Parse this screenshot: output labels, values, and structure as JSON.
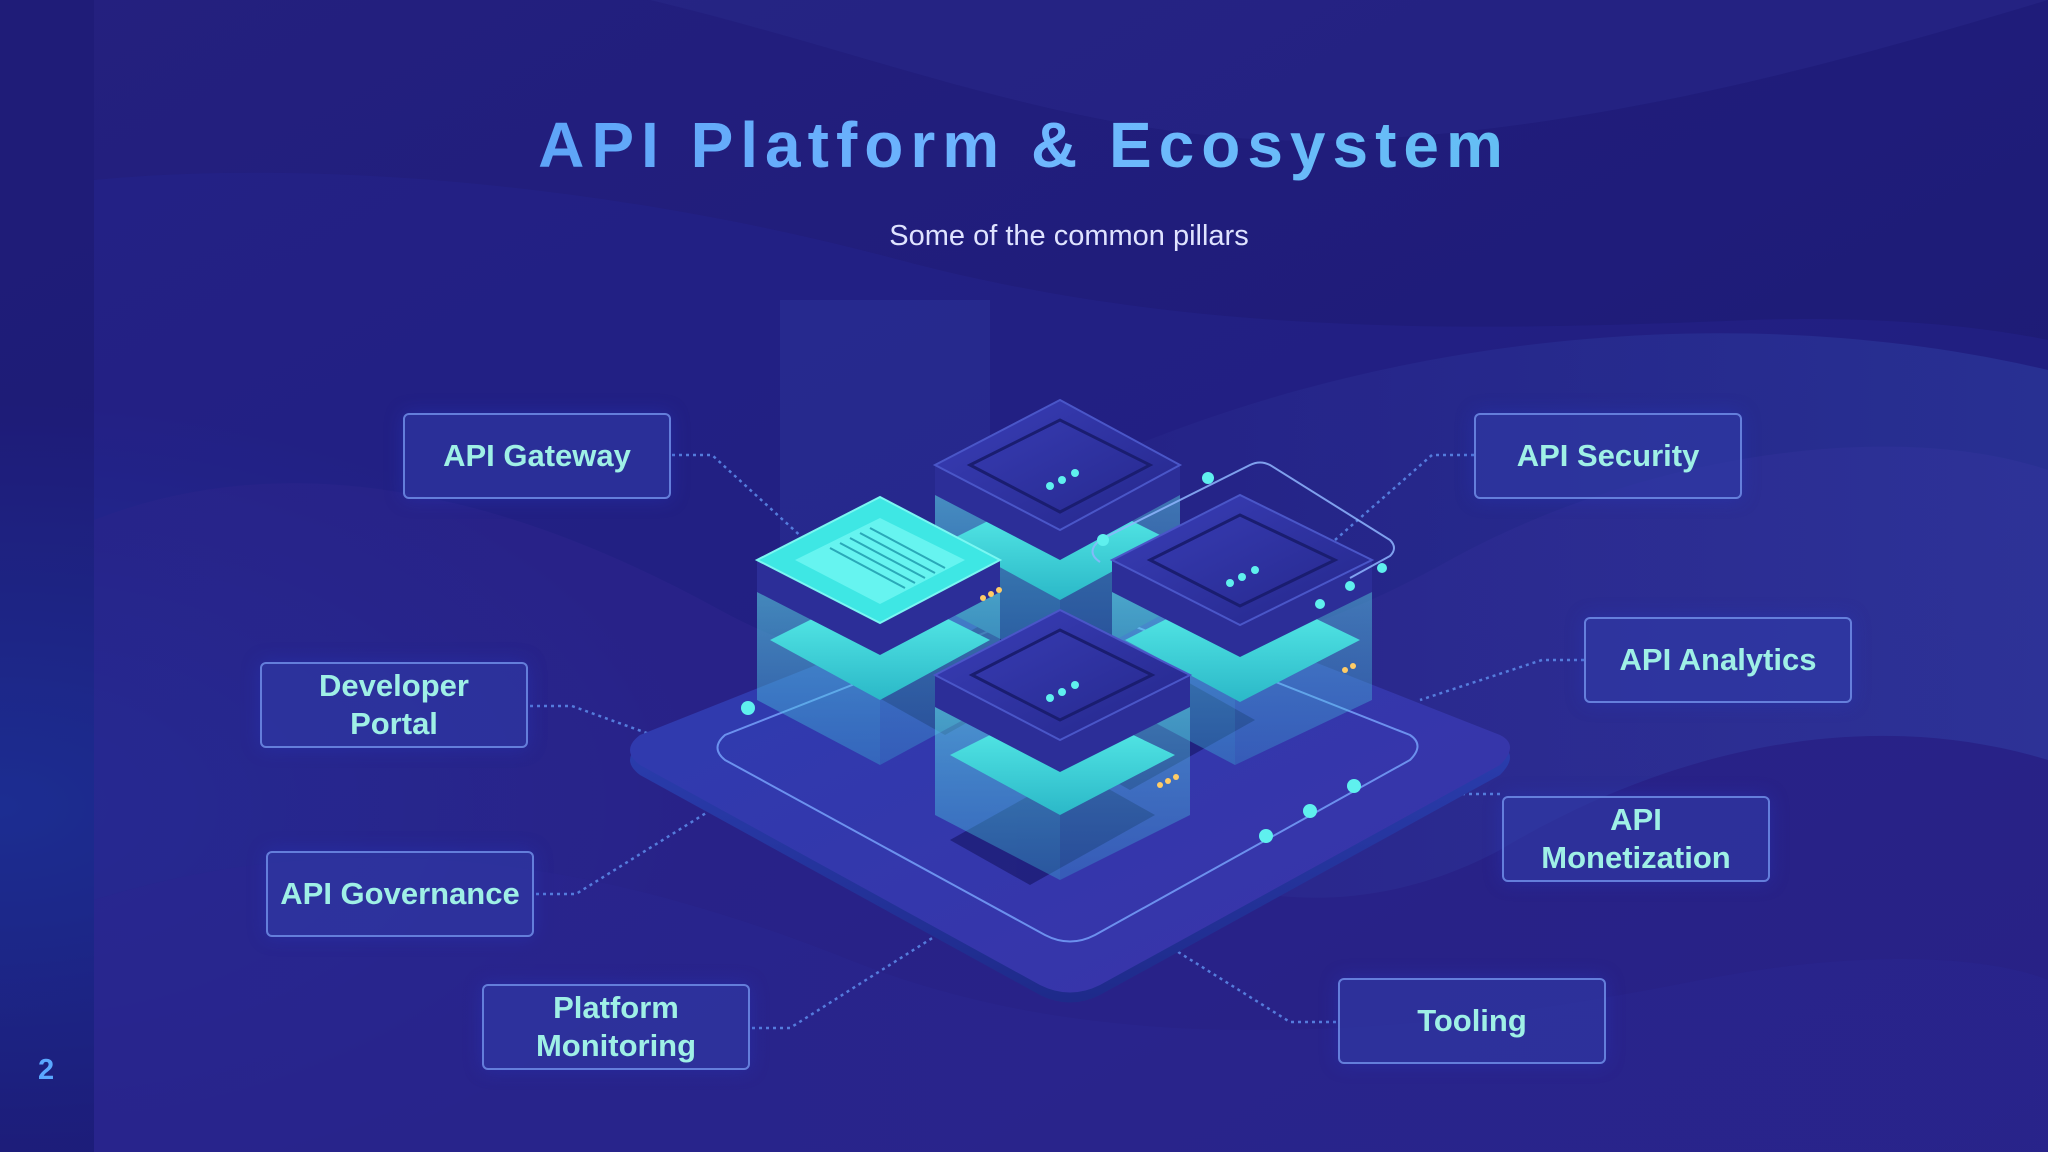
{
  "slide": {
    "title": "API Platform & Ecosystem",
    "subtitle": "Some of the common pillars",
    "page_number": "2"
  },
  "pillars": {
    "api_gateway": "API Gateway",
    "developer_portal": "Developer Portal",
    "api_governance": "API Governance",
    "platform_monitoring": "Platform Monitoring",
    "api_security": "API Security",
    "api_analytics": "API Analytics",
    "api_monetization": "API Monetization",
    "tooling": "Tooling"
  },
  "colors": {
    "background": "#1d1b78",
    "label_text": "#9ff0e6",
    "title_gradient_start": "#4b8ff0",
    "title_gradient_end": "#58c6e8",
    "accent_cyan": "#4ff0e6"
  },
  "illustration": {
    "subject": "isometric-server-platform",
    "server_blocks": 4
  }
}
